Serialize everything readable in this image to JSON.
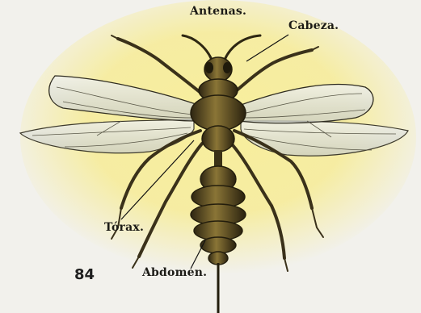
{
  "figure": {
    "labels": {
      "antennae": "Antenas.",
      "head": "Cabeza.",
      "thorax": "Tórax.",
      "abdomen": "Abdomen."
    },
    "page_number": "84",
    "colors": {
      "background": "#f2f1ec",
      "glow": "#f6ec9a",
      "body": "#6b5a28",
      "wing": "#e4e6df",
      "label_text": "#1c1b16"
    }
  }
}
